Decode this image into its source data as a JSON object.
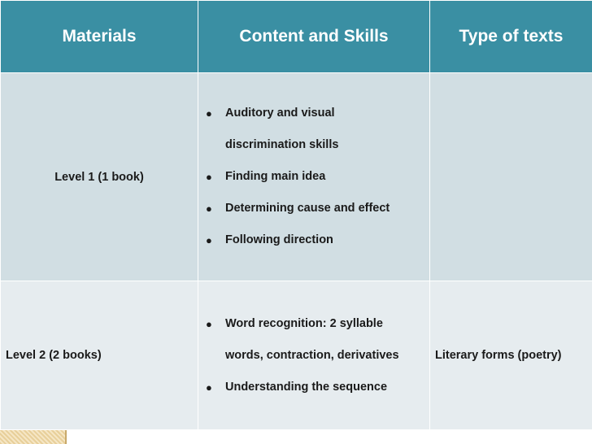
{
  "headers": {
    "materials": "Materials",
    "content": "Content and Skills",
    "types": "Type of texts"
  },
  "rows": [
    {
      "material": "Level 1 (1 book)",
      "skills": [
        {
          "line1": "Auditory and visual",
          "line2": "discrimination skills"
        },
        {
          "line1": "Finding main idea",
          "line2": ""
        },
        {
          "line1": "Determining cause and effect",
          "line2": ""
        },
        {
          "line1": "Following direction",
          "line2": ""
        }
      ],
      "type": ""
    },
    {
      "material": "Level 2 (2 books)",
      "skills": [
        {
          "line1": "Word recognition: 2 syllable",
          "line2": "words, contraction, derivatives"
        },
        {
          "line1": "Understanding the sequence",
          "line2": ""
        }
      ],
      "type": "Literary forms (poetry)"
    }
  ],
  "bullet_glyph": "●"
}
